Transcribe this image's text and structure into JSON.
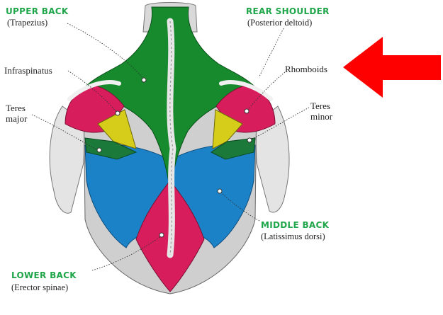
{
  "colors": {
    "title_green": "#1fa64a",
    "trapezius": "#168a2c",
    "deltoid": "#d81d5d",
    "teres_minor": "#d6cc1a",
    "teres_major": "#1b7a3a",
    "latissimus": "#1c82c7",
    "erector": "#d81d5d",
    "bone": "#e6e6e6",
    "arrow": "#ff0000"
  },
  "labels": {
    "upper_back": {
      "title": "UPPER BACK",
      "sub": "(Trapezius)"
    },
    "rear_shoulder": {
      "title": "REAR SHOULDER",
      "sub": "(Posterior deltoid)"
    },
    "infraspinatus": "Infraspinatus",
    "rhomboids": "Rhomboids",
    "teres_major": {
      "line1": "Teres",
      "line2": "major"
    },
    "teres_minor": {
      "line1": "Teres",
      "line2": "minor"
    },
    "middle_back": {
      "title": "MIDDLE BACK",
      "sub": "(Latissimus dorsi)"
    },
    "lower_back": {
      "title": "LOWER BACK",
      "sub": "(Erector spinae)"
    }
  },
  "arrow": {
    "color": "#ff0000",
    "direction": "left",
    "target": "Rhomboids"
  }
}
